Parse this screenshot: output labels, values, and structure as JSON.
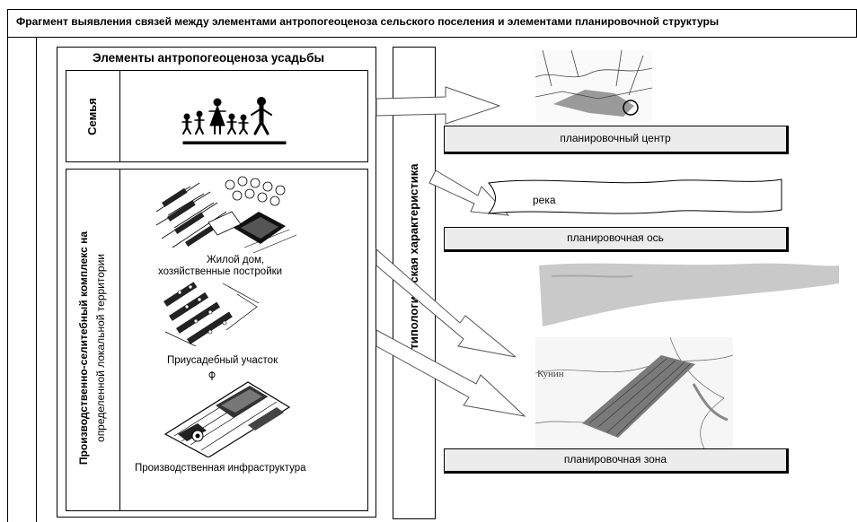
{
  "title": "Фрагмент выявления  связей между элементами антропогеоценоза  сельского поселения и элементами планировочной структуры",
  "left_panel": {
    "heading": "Элементы  антропогеоценоза усадьбы",
    "family": {
      "label": "Семья"
    },
    "complex": {
      "label_line1": "Производственно-селитебный комплекс на",
      "label_line2": "определенной локальной территории",
      "house_caption_line1": "Жилой дом,",
      "house_caption_line2": "хозяйственные постройки",
      "plot_caption": "Приусадебный участок",
      "infra_caption": "Производственная инфраструктура"
    }
  },
  "middle_column": {
    "label": "типологическая характеристика"
  },
  "right_panel": {
    "center_label": "планировочный центр",
    "river_label": "река",
    "axis_label": "планировочная ось",
    "zone_label": "планировочная зона",
    "map_caption": "Кунин"
  }
}
